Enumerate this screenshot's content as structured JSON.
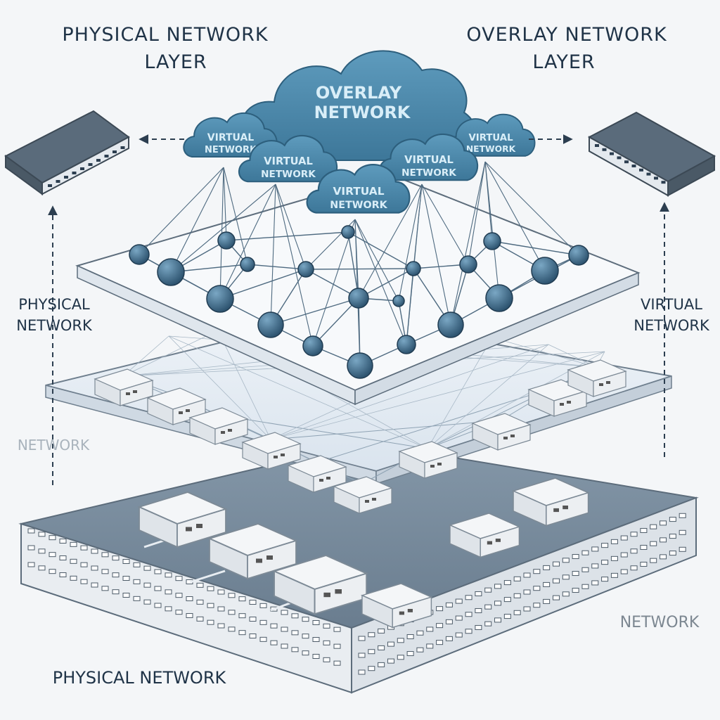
{
  "labels": {
    "title_left_line1": "PHYSICAL NETWORK",
    "title_left_line2": "LAYER",
    "title_right_line1": "OVERLAY NETWORK",
    "title_right_line2": "LAYER",
    "side_left_line1": "PHYSICAL",
    "side_left_line2": "NETWORK",
    "side_right_line1": "VIRTUAL",
    "side_right_line2": "NETWORK",
    "faint_left": "NETWORK",
    "right_bottom": "NETWORK",
    "bottom": "PHYSICAL NETWORK"
  },
  "clouds": {
    "main_line1": "OVERLAY",
    "main_line2": "NETWORK",
    "small": [
      {
        "line1": "VIRTUAL",
        "line2": "NETWORK"
      },
      {
        "line1": "VIRTUAL",
        "line2": "NETWORK"
      },
      {
        "line1": "VIRTUAL",
        "line2": "NETWORK"
      },
      {
        "line1": "VIRTUAL",
        "line2": "NETWORK"
      },
      {
        "line1": "VIRTUAL",
        "line2": "NETWORK"
      }
    ]
  },
  "colors": {
    "cloud": "#4a86a8",
    "node": "#3b6582",
    "switch_dark": "#556575",
    "line": "#4e6a80",
    "arrow": "#2c3e50"
  }
}
